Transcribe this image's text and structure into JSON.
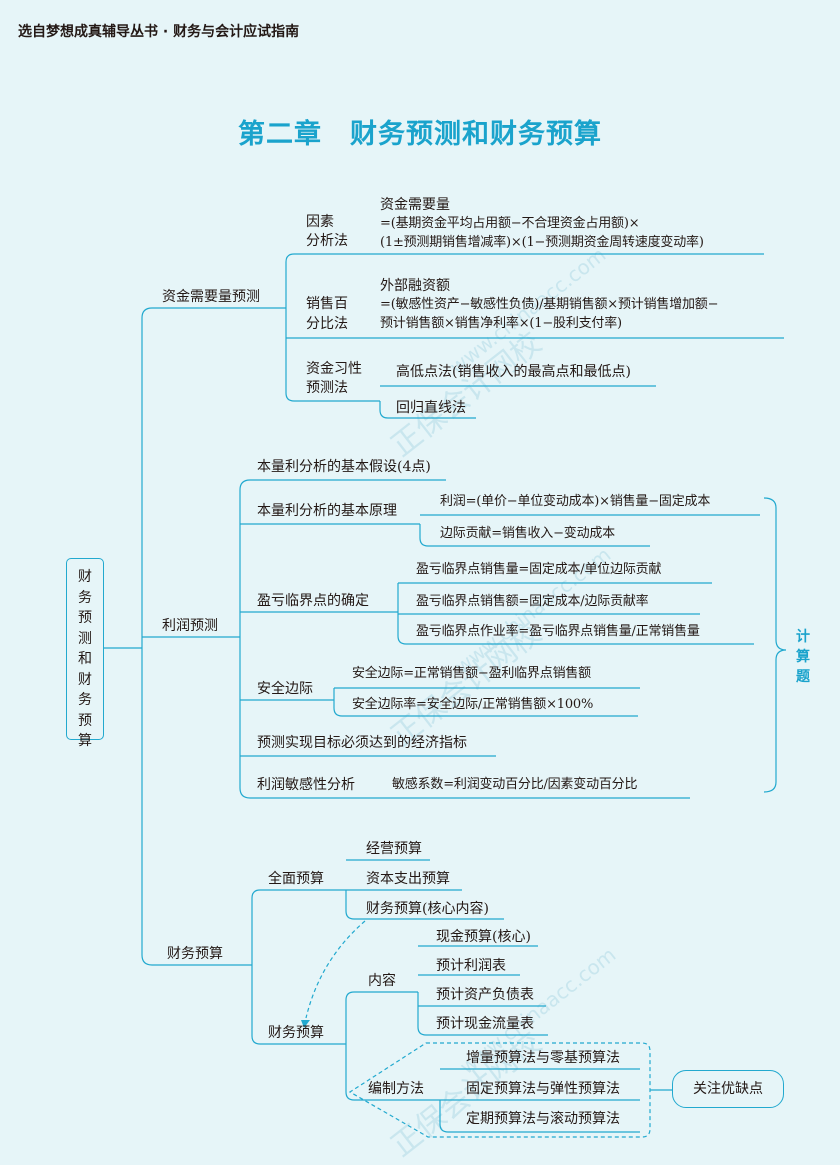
{
  "header": "选自梦想成真辅导丛书 · 财务与会计应试指南",
  "title": "第二章　财务预测和财务预算",
  "root": [
    "财",
    "务",
    "预",
    "测",
    "和",
    "财",
    "务",
    "预",
    "算"
  ],
  "watermark": [
    "正保会计网校",
    "www.chinaacc.com"
  ],
  "branch1": {
    "label": "资金需要量预测",
    "factor": {
      "label": [
        "因素",
        "分析法"
      ],
      "lines": [
        "资金需要量",
        "=(基期资金平均占用额−不合理资金占用额)×",
        "(1±预测期销售增减率)×(1−预测期资金周转速度变动率)"
      ]
    },
    "sales_pct": {
      "label": [
        "销售百",
        "分比法"
      ],
      "lines": [
        "外部融资额",
        "=(敏感性资产−敏感性负债)/基期销售额×预计销售增加额−",
        "预计销售额×销售净利率×(1−股利支付率)"
      ]
    },
    "habit": {
      "label": [
        "资金习性",
        "预测法"
      ],
      "items": [
        "高低点法(销售收入的最高点和最低点)",
        "回归直线法"
      ]
    }
  },
  "branch2": {
    "label": "利润预测",
    "assumption": "本量利分析的基本假设(4点)",
    "principle": {
      "label": "本量利分析的基本原理",
      "items": [
        "利润=(单价−单位变动成本)×销售量−固定成本",
        "边际贡献=销售收入−变动成本"
      ]
    },
    "breakeven": {
      "label": "盈亏临界点的确定",
      "items": [
        "盈亏临界点销售量=固定成本/单位边际贡献",
        "盈亏临界点销售额=固定成本/边际贡献率",
        "盈亏临界点作业率=盈亏临界点销售量/正常销售量"
      ]
    },
    "safety": {
      "label": "安全边际",
      "items": [
        "安全边际=正常销售额−盈利临界点销售额",
        "安全边际率=安全边际/正常销售额×100%"
      ]
    },
    "target": "预测实现目标必须达到的经济指标",
    "sensitivity": {
      "label": "利润敏感性分析",
      "item": "敏感系数=利润变动百分比/因素变动百分比"
    },
    "calc_note": [
      "计",
      "算",
      "题"
    ]
  },
  "branch3": {
    "label": "财务预算",
    "full": {
      "label": "全面预算",
      "items": [
        "经营预算",
        "资本支出预算",
        "财务预算(核心内容)"
      ]
    },
    "fin": {
      "label": "财务预算",
      "content": {
        "label": "内容",
        "items": [
          "现金预算(核心)",
          "预计利润表",
          "预计资产负债表",
          "预计现金流量表"
        ]
      },
      "method": {
        "label": "编制方法",
        "items": [
          "增量预算法与零基预算法",
          "固定预算法与弹性预算法",
          "定期预算法与滚动预算法"
        ]
      },
      "note": "关注优缺点"
    }
  },
  "colors": {
    "accent": "#1aa3cc",
    "line": "#22a9cf",
    "background": "#e6f5f8",
    "watermark": "#c9e6ee"
  }
}
